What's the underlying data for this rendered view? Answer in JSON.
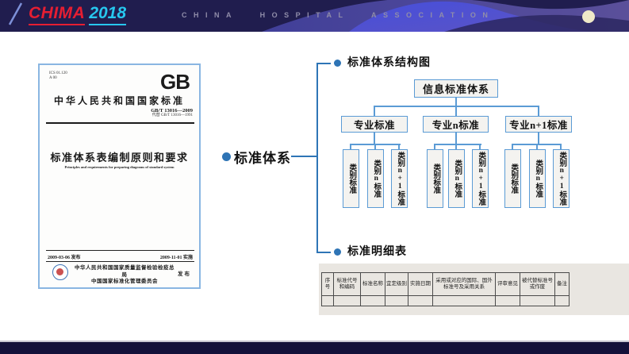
{
  "header": {
    "logo_primary": "CHIMA",
    "logo_year": "2018",
    "association": "CHINA HOSPITAL ASSOCIATION"
  },
  "document": {
    "ics_line1": "ICS 01.120",
    "ics_line2": "A 00",
    "gb_mark": "GB",
    "banner": "中华人民共和国国家标准",
    "code": "GB/T 13016—2009",
    "replaces": "代替 GB/T 13016—1991",
    "title_cn": "标准体系表编制原则和要求",
    "title_en": "Principles and requirements for preparing diagrams of standard system",
    "date_issue": "2009-03-06 发布",
    "date_impl": "2009-11-01 实施",
    "issuer_line1": "中华人民共和国国家质量监督检验检疫总局",
    "issuer_line2": "中国国家标准化管理委员会",
    "publish_label": "发布"
  },
  "main": {
    "bullet_label": "标准体系"
  },
  "sections": {
    "structure_title": "标准体系结构图",
    "detail_title": "标准明细表"
  },
  "tree": {
    "root": "信息标准体系",
    "level2": [
      "专业标准",
      "专业n标准",
      "专业n+1标准"
    ],
    "level3": [
      "类别标准",
      "类别n标准",
      "类别n+1标准"
    ]
  },
  "table": {
    "headers": [
      "序号",
      "标准代号和编码",
      "标准名称",
      "宜定级别",
      "实施日期",
      "采用或对应的国际、国外标准号及采用关系",
      "评审意见",
      "被代替标准号或作废",
      "备注"
    ],
    "rows": [
      [
        "",
        "",
        "",
        "",
        "",
        "",
        "",
        "",
        ""
      ]
    ]
  },
  "colors": {
    "topbar_navy": "#201d4e",
    "bottombar_navy": "#14113a",
    "logo_red": "#e61e32",
    "logo_cyan": "#27c7ee",
    "accent_blue": "#2e75b6",
    "tree_border_blue": "#5b9bd5"
  }
}
